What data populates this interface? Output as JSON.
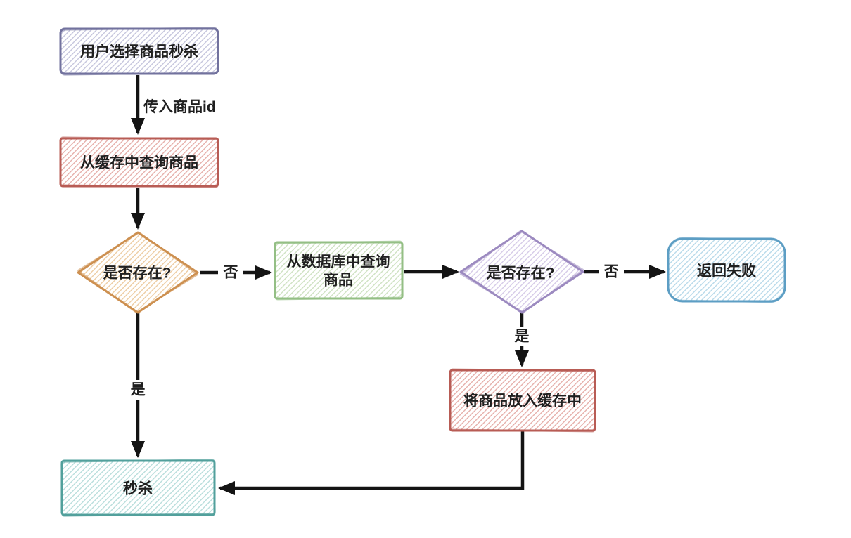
{
  "colors": {
    "arrow": "#141414",
    "text": "#1f1f1f",
    "purple_stroke": "#72729e",
    "purple_hatch": "#c6c6dd",
    "red_stroke": "#b85c55",
    "red_hatch": "#e6b0ab",
    "orange_stroke": "#cd9051",
    "orange_hatch": "#edcda4",
    "green_stroke": "#94bf85",
    "green_hatch": "#cfe2c3",
    "violet_stroke": "#9c8ac0",
    "violet_hatch": "#d6cbe8",
    "blue_stroke": "#5d9ec4",
    "blue_hatch": "#b9daea",
    "teal_stroke": "#52a09c",
    "teal_hatch": "#b9dedc"
  },
  "nodes": {
    "select_product": {
      "label": "用户选择商品秒杀"
    },
    "query_cache": {
      "label": "从缓存中查询商品"
    },
    "cache_exists": {
      "label": "是否存在?"
    },
    "query_db": {
      "line1": "从数据库中查询",
      "line2": "商品"
    },
    "db_exists": {
      "label": "是否存在?"
    },
    "return_fail": {
      "label": "返回失败"
    },
    "put_cache": {
      "label": "将商品放入缓存中"
    },
    "seckill": {
      "label": "秒杀"
    }
  },
  "edges": {
    "pass_product_id": {
      "label": "传入商品id"
    },
    "cache_no": {
      "label": "否"
    },
    "db_no": {
      "label": "否"
    },
    "db_yes": {
      "label": "是"
    },
    "cache_yes": {
      "label": "是"
    }
  }
}
